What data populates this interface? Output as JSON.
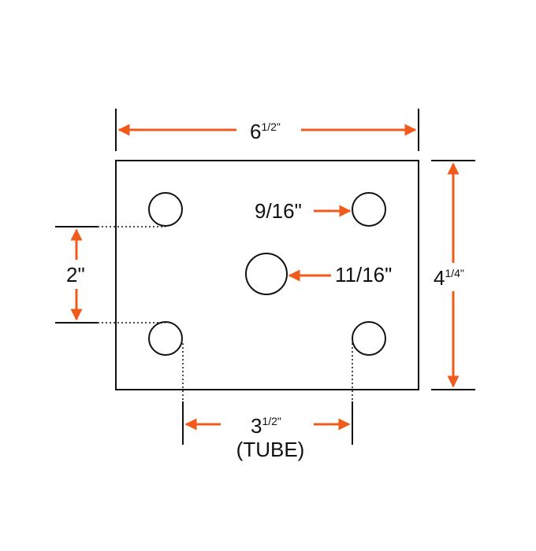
{
  "colors": {
    "line": "#111111",
    "arrow": "#f05a1a",
    "background": "#ffffff"
  },
  "dimensions": {
    "width": {
      "main": "6",
      "frac": "1/2\""
    },
    "height": {
      "main": "4",
      "frac": "1/4\""
    },
    "hole_spacing_vertical": {
      "text": "2\""
    },
    "small_hole": {
      "text": "9/16\""
    },
    "center_hole": {
      "text": "11/16\""
    },
    "tube": {
      "main": "3",
      "frac": "1/2\"",
      "note": "(TUBE)"
    }
  }
}
